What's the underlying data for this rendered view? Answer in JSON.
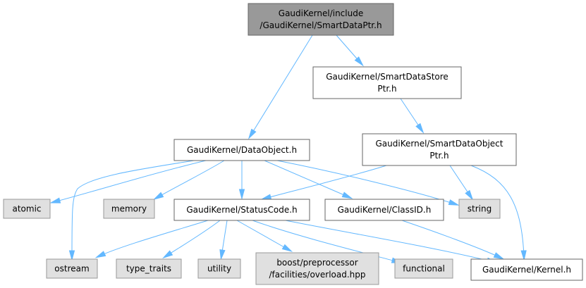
{
  "nodes": {
    "root": {
      "lines": [
        "GaudiKernel/include",
        "/GaudiKernel/SmartDataPtr.h"
      ],
      "style": "root"
    },
    "smartdatastoreptr": {
      "lines": [
        "GaudiKernel/SmartDataStore",
        "Ptr.h"
      ],
      "style": "normal"
    },
    "dataobject": {
      "lines": [
        "GaudiKernel/DataObject.h"
      ],
      "style": "normal"
    },
    "smartdataobjectptr": {
      "lines": [
        "GaudiKernel/SmartDataObject",
        "Ptr.h"
      ],
      "style": "normal"
    },
    "atomic": {
      "lines": [
        "atomic"
      ],
      "style": "ext"
    },
    "memory": {
      "lines": [
        "memory"
      ],
      "style": "ext"
    },
    "statuscode": {
      "lines": [
        "GaudiKernel/StatusCode.h"
      ],
      "style": "normal"
    },
    "classid": {
      "lines": [
        "GaudiKernel/ClassID.h"
      ],
      "style": "normal"
    },
    "string": {
      "lines": [
        "string"
      ],
      "style": "ext"
    },
    "ostream": {
      "lines": [
        "ostream"
      ],
      "style": "ext"
    },
    "type_traits": {
      "lines": [
        "type_traits"
      ],
      "style": "ext"
    },
    "utility": {
      "lines": [
        "utility"
      ],
      "style": "ext"
    },
    "overload": {
      "lines": [
        "boost/preprocessor",
        "/facilities/overload.hpp"
      ],
      "style": "ext"
    },
    "functional": {
      "lines": [
        "functional"
      ],
      "style": "ext"
    },
    "kernel": {
      "lines": [
        "GaudiKernel/Kernel.h"
      ],
      "style": "normal"
    }
  },
  "edges": [
    [
      "root",
      "smartdatastoreptr"
    ],
    [
      "root",
      "dataobject"
    ],
    [
      "smartdatastoreptr",
      "smartdataobjectptr"
    ],
    [
      "dataobject",
      "atomic"
    ],
    [
      "dataobject",
      "memory"
    ],
    [
      "dataobject",
      "statuscode"
    ],
    [
      "dataobject",
      "classid"
    ],
    [
      "dataobject",
      "string"
    ],
    [
      "dataobject",
      "ostream"
    ],
    [
      "smartdataobjectptr",
      "statuscode"
    ],
    [
      "smartdataobjectptr",
      "string"
    ],
    [
      "smartdataobjectptr",
      "kernel"
    ],
    [
      "statuscode",
      "ostream"
    ],
    [
      "statuscode",
      "type_traits"
    ],
    [
      "statuscode",
      "utility"
    ],
    [
      "statuscode",
      "overload"
    ],
    [
      "statuscode",
      "functional"
    ],
    [
      "statuscode",
      "kernel"
    ],
    [
      "classid",
      "kernel"
    ]
  ],
  "colors": {
    "root_fill": "#999999",
    "root_stroke": "#666666",
    "ext_fill": "#e0e0e0",
    "ext_stroke": "#999999",
    "normal_fill": "#ffffff",
    "normal_stroke": "#666666",
    "edge": "#63b8ff"
  }
}
